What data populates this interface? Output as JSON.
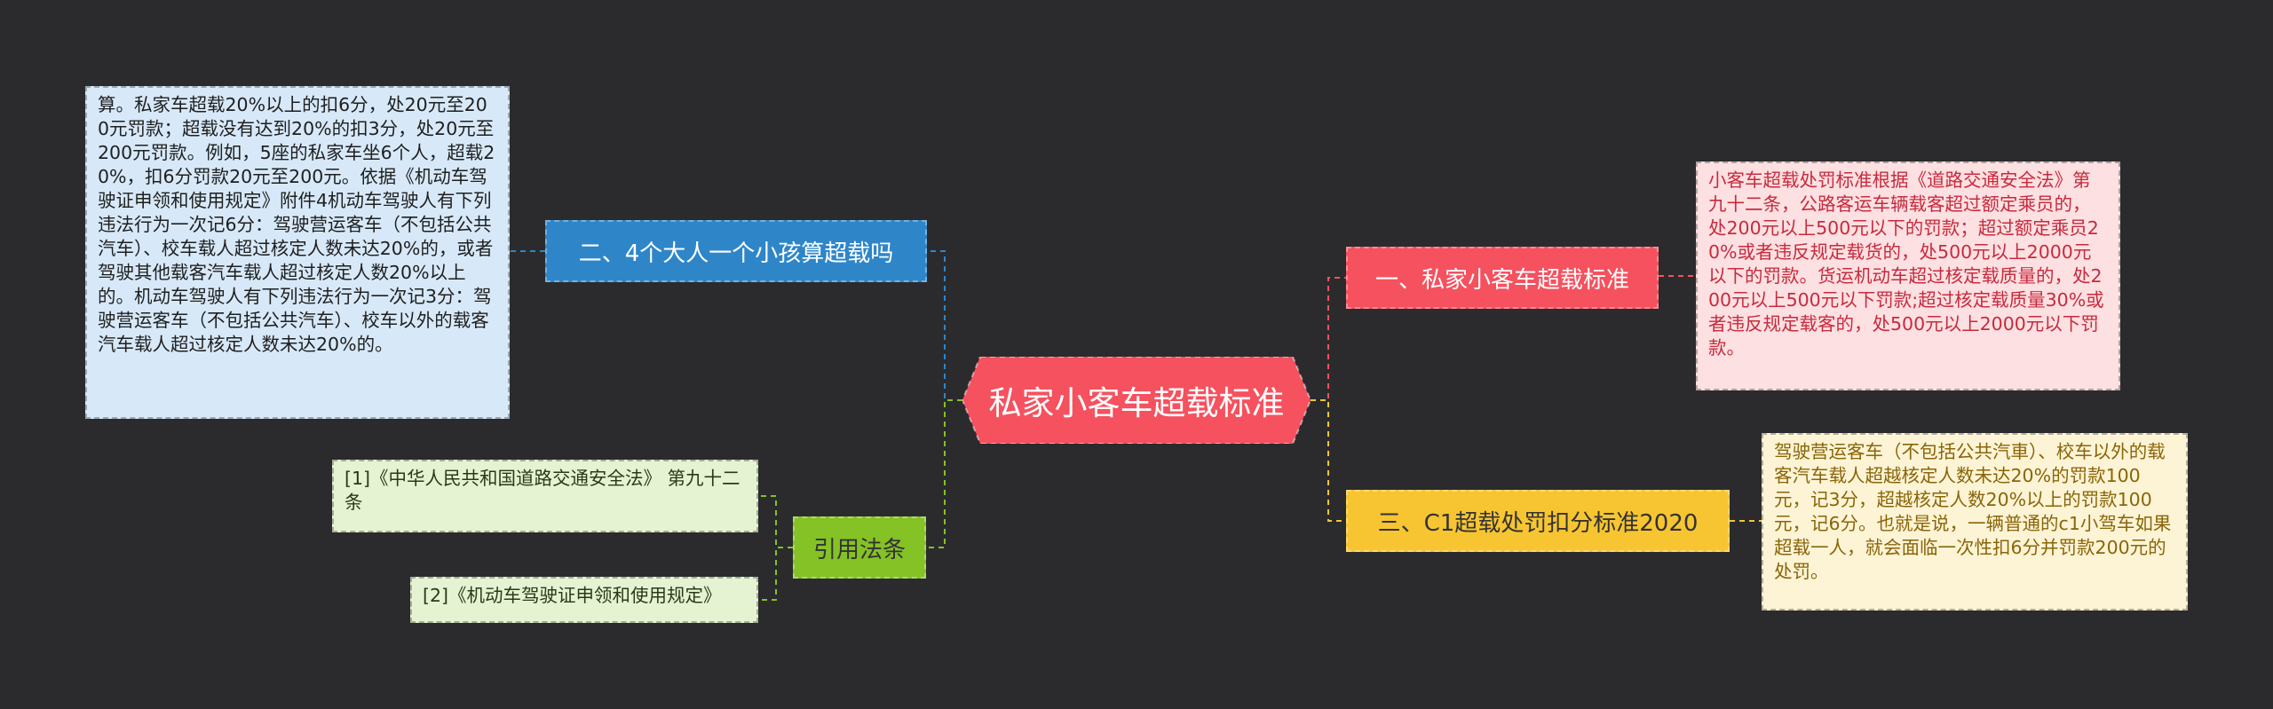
{
  "center": {
    "label": "私家小客车超载标准",
    "color": "#f5515f"
  },
  "topics": {
    "one": {
      "label": "一、私家小客车超载标准",
      "color": "#f5515f"
    },
    "three": {
      "label": "三、C1超载处罚扣分标准2020",
      "color": "#f7c531"
    },
    "two": {
      "label": "二、4个大人一个小孩算超载吗",
      "color": "#2e86c9"
    },
    "cite": {
      "label": "引用法条",
      "color": "#84c225"
    }
  },
  "notes": {
    "one": "小客车超载处罚标准根据《道路交通安全法》第九十二条，公路客运车辆载客超过额定乘员的，处200元以上500元以下的罚款；超过额定乘员20%或者违反规定载货的，处500元以上2000元以下的罚款。货运机动车超过核定载质量的，处200元以上500元以下罚款;超过核定载质量30%或者违反规定载客的，处500元以上2000元以下罚款。",
    "three": "驾驶营运客车（不包括公共汽車）、校车以外的载客汽车载人超越核定人数未达20%的罚款100元，记3分，超越核定人数20%以上的罚款100元，记6分。也就是说，一辆普通的c1小驾车如果超载一人，就会面临一次性扣6分并罚款200元的处罚。",
    "two": "算。私家车超载20%以上的扣6分，处20元至200元罚款；超载没有达到20%的扣3分，处20元至200元罚款。例如，5座的私家车坐6个人，超载20%，扣6分罚款20元至200元。依据《机动车驾驶证申领和使用规定》附件4机动车驾驶人有下列违法行为一次记6分：驾驶营运客车（不包括公共汽车）、校车载人超过核定人数未达20%的，或者驾驶其他载客汽车载人超过核定人数20%以上的。机动车驾驶人有下列违法行为一次记3分：驾驶营运客车（不包括公共汽车）、校车以外的载客汽车载人超过核定人数未达20%的。",
    "cite1": "[1]《中华人民共和国道路交通安全法》 第九十二条",
    "cite2": "[2]《机动车驾驶证申领和使用规定》"
  }
}
